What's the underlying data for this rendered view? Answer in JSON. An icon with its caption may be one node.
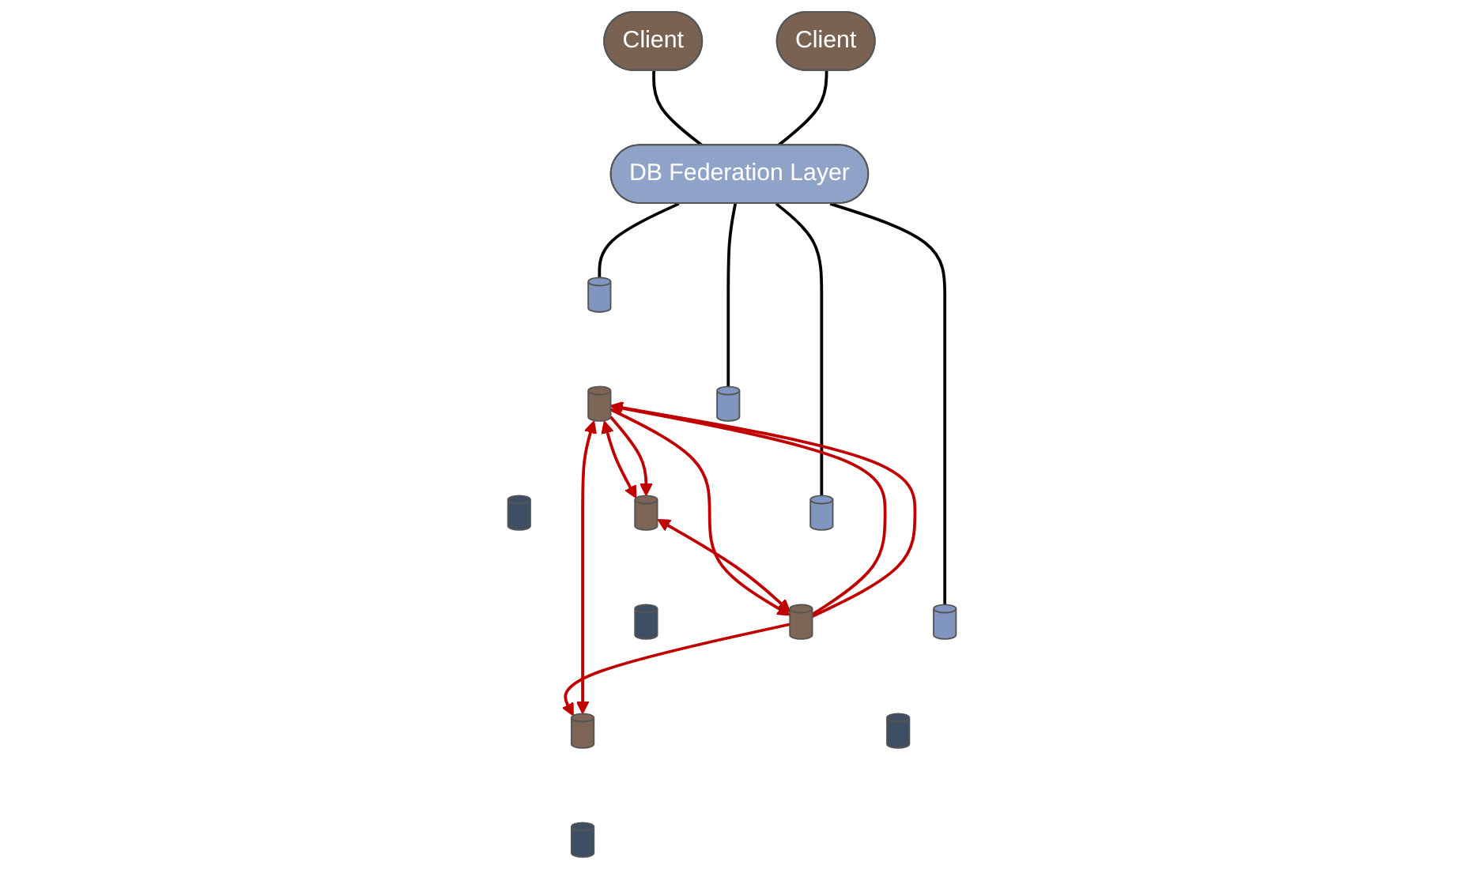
{
  "diagram": {
    "nodes": [
      {
        "text": [
          "Client"
        ]
      },
      {
        "text": [
          "Client"
        ]
      },
      {
        "text": [
          "DB Federation Layer"
        ]
      },
      {
        "text": [],
        "shape": "cylinder"
      },
      {
        "text": [],
        "shape": "cylinder"
      },
      {
        "text": [],
        "shape": "cylinder"
      },
      {
        "text": [],
        "shape": "cylinder"
      },
      {
        "text": [],
        "shape": "cylinder"
      },
      {
        "text": [],
        "shape": "cylinder"
      },
      {
        "text": [],
        "shape": "cylinder"
      },
      {
        "text": [],
        "shape": "cylinder"
      },
      {
        "text": [],
        "shape": "cylinder"
      },
      {
        "text": [],
        "shape": "cylinder"
      },
      {
        "text": [],
        "shape": "cylinder"
      },
      {
        "text": [],
        "shape": "cylinder"
      }
    ],
    "edges": [
      {
        "from": 0,
        "to": 2,
        "arrow": "none",
        "color": "#000000"
      },
      {
        "from": 1,
        "to": 2,
        "arrow": "none",
        "color": "#000000"
      },
      {
        "from": 2,
        "to": 3,
        "arrow": "none",
        "color": "#000000"
      },
      {
        "from": 2,
        "to": 6,
        "arrow": "none",
        "color": "#000000"
      },
      {
        "from": 2,
        "to": 9,
        "arrow": "none",
        "color": "#000000"
      },
      {
        "from": 2,
        "to": 12,
        "arrow": "none",
        "color": "#000000"
      },
      {
        "from": 13,
        "to": 4,
        "arrow": "to",
        "color": "#c00000"
      },
      {
        "from": 13,
        "to": 7,
        "arrow": "to",
        "color": "#c00000"
      },
      {
        "from": 4,
        "to": 13,
        "arrow": "to",
        "color": "#c00000"
      },
      {
        "from": 4,
        "to": 7,
        "arrow": "both",
        "color": "#c00000"
      },
      {
        "from": 4,
        "to": 10,
        "arrow": "both",
        "color": "#c00000"
      },
      {
        "from": 10,
        "to": 13,
        "arrow": "both",
        "color": "#c00000"
      },
      {
        "from": 4,
        "to": 10,
        "arrow": "to",
        "color": "#c00000"
      },
      {
        "from": 13,
        "to": 4,
        "arrow": "to",
        "color": "#c00000"
      }
    ]
  }
}
